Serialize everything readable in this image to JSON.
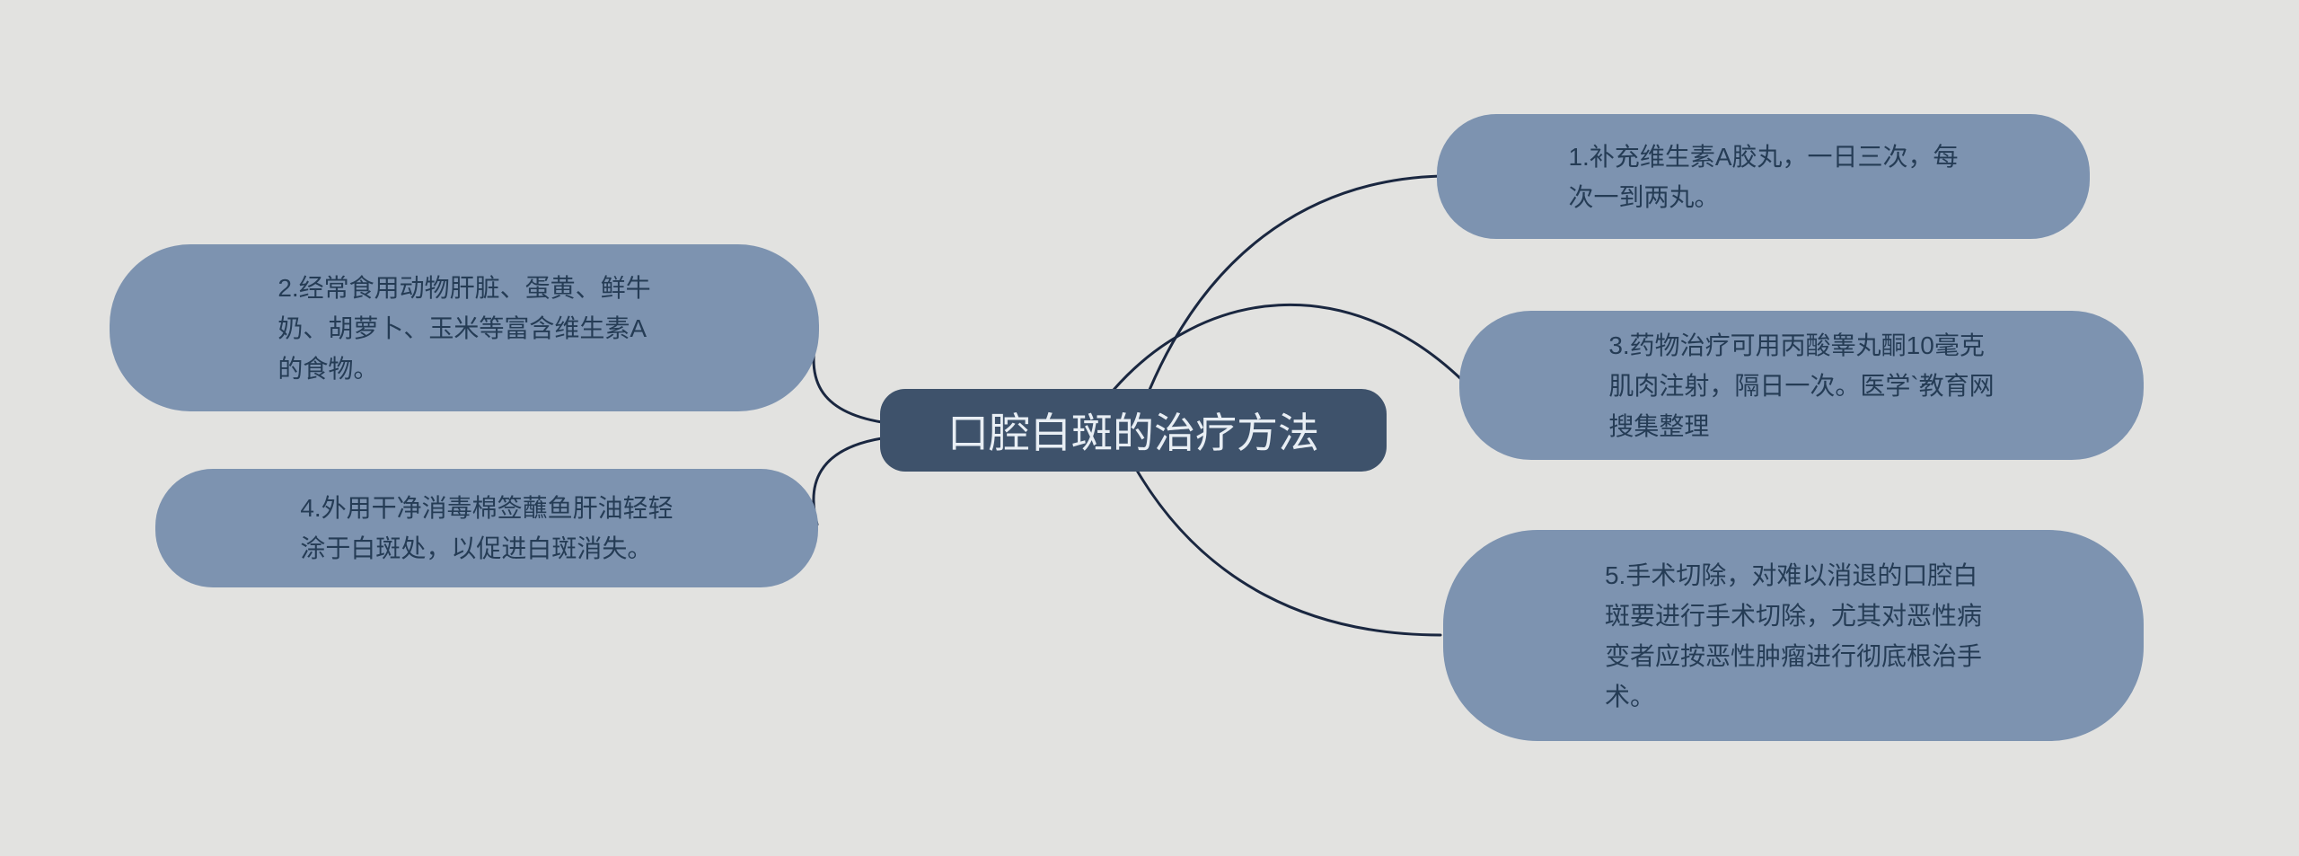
{
  "mindmap": {
    "center": {
      "label": "口腔白斑的治疗方法"
    },
    "branches": [
      {
        "id": "branch-1",
        "label": "1.补充维生素A胶丸，一日三次，每\n次一到两丸。"
      },
      {
        "id": "branch-2",
        "label": "2.经常食用动物肝脏、蛋黄、鲜牛\n奶、胡萝卜、玉米等富含维生素A\n的食物。"
      },
      {
        "id": "branch-3",
        "label": "3.药物治疗可用丙酸睾丸酮10毫克\n肌肉注射，隔日一次。医学`教育网\n搜集整理"
      },
      {
        "id": "branch-4",
        "label": "4.外用干净消毒棉签蘸鱼肝油轻轻\n涂于白斑处，以促进白斑消失。"
      },
      {
        "id": "branch-5",
        "label": "5.手术切除，对难以消退的口腔白\n斑要进行手术切除，尤其对恶性病\n变者应按恶性肿瘤进行彻底根治手\n术。"
      }
    ],
    "colors": {
      "background": "#e2e2e0",
      "branch_fill": "#7d93b0",
      "center_fill": "#3e526b",
      "branch_text": "#253c55",
      "center_text": "#e8eef4",
      "connector": "#1a2740"
    }
  }
}
